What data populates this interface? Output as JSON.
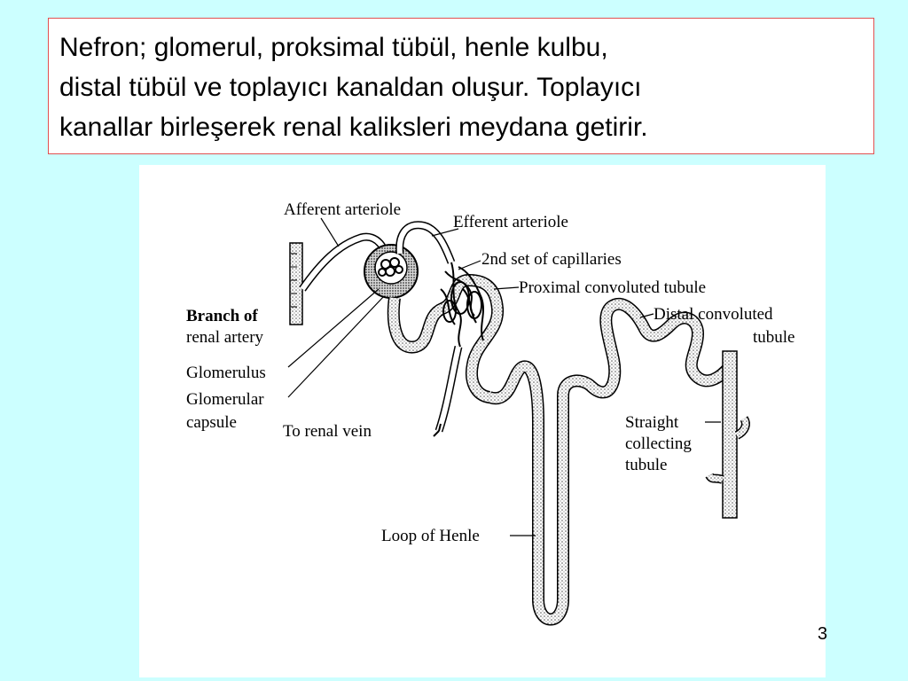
{
  "caption": {
    "line1": "Nefron; glomerul, proksimal tübül, henle kulbu,",
    "line2": "distal tübül ve toplayıcı kanaldan oluşur. Toplayıcı",
    "line3": "kanallar birleşerek renal kaliksleri meydana getirir."
  },
  "diagram": {
    "labels": {
      "afferent_arteriole": "Afferent arteriole",
      "efferent_arteriole": "Efferent arteriole",
      "second_capillaries": "2nd set of capillaries",
      "proximal_tubule": "Proximal convoluted tubule",
      "distal_tubule_1": "Distal convoluted",
      "distal_tubule_2": "tubule",
      "branch_artery_1": "Branch of",
      "branch_artery_2": "renal artery",
      "glomerulus": "Glomerulus",
      "glomerular_capsule_1": "Glomerular",
      "glomerular_capsule_2": "capsule",
      "renal_vein": "To renal vein",
      "collecting_1": "Straight",
      "collecting_2": "collecting",
      "collecting_3": "tubule",
      "loop_of_henle": "Loop of Henle"
    }
  },
  "slide": {
    "page_number": "3"
  }
}
